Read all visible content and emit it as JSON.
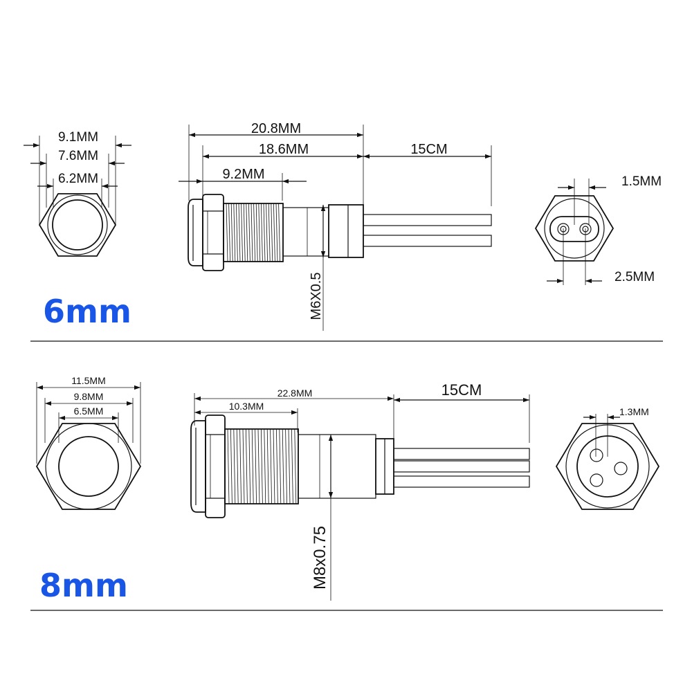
{
  "colors": {
    "accent": "#1a56e6",
    "line": "#111111",
    "background": "#ffffff"
  },
  "section_6mm": {
    "size_label": "6mm",
    "front": {
      "outer": "9.1MM",
      "middle": "7.6MM",
      "inner": "6.2MM"
    },
    "side": {
      "overall": "20.8MM",
      "body": "18.6MM",
      "thread": "9.2MM",
      "wire": "15CM",
      "thread_spec": "M6X0.5"
    },
    "back": {
      "pin_gap": "1.5MM",
      "pin_span": "2.5MM"
    }
  },
  "section_8mm": {
    "size_label": "8mm",
    "front": {
      "outer": "11.5MM",
      "middle": "9.8MM",
      "inner": "6.5MM"
    },
    "side": {
      "overall": "22.8MM",
      "thread": "10.3MM",
      "wire": "15CM",
      "thread_spec": "M8x0.75"
    },
    "back": {
      "pin_gap": "1.3MM"
    }
  }
}
